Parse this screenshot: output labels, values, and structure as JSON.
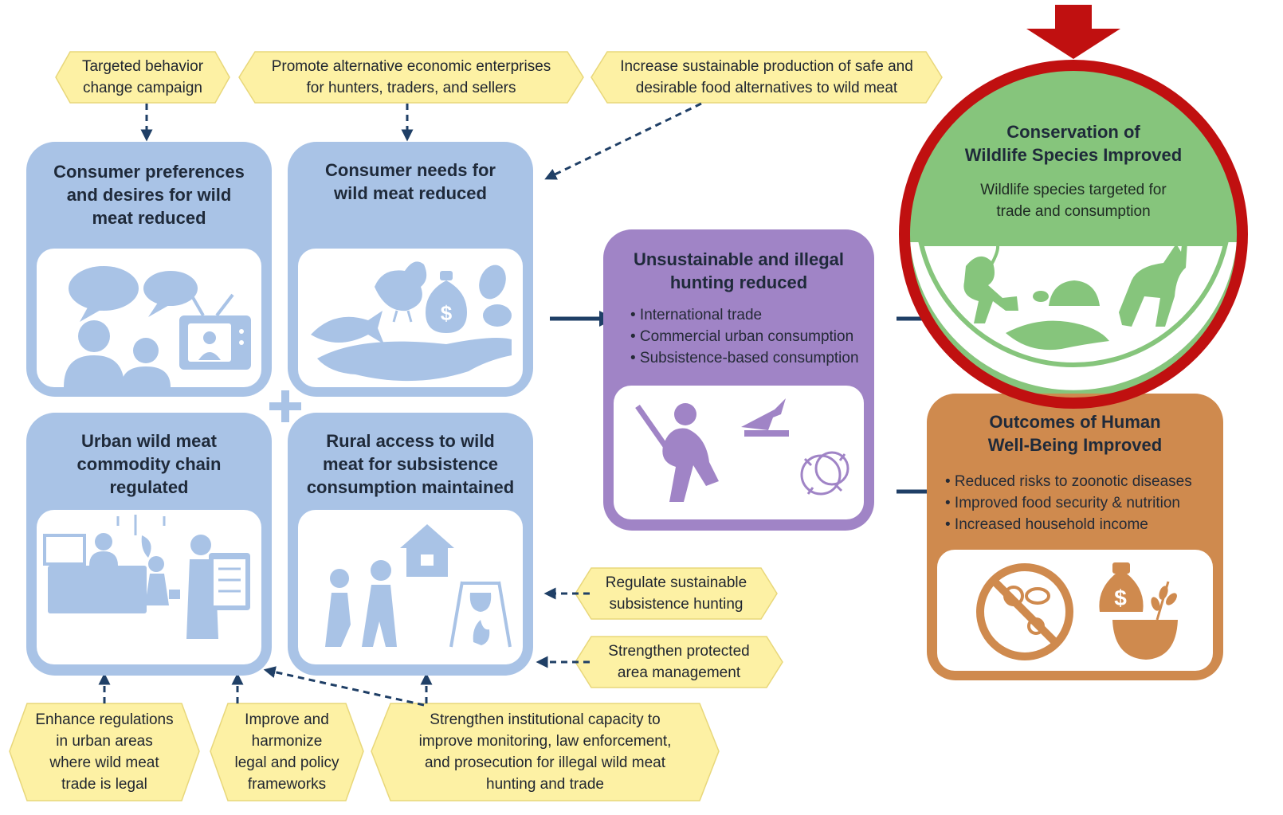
{
  "hexagons": {
    "behavior": "Targeted behavior\nchange campaign",
    "enterprises": "Promote alternative economic enterprises\nfor hunters, traders, and sellers",
    "alternatives": "Increase sustainable production of safe and\ndesirable food alternatives to wild meat",
    "regulate_subsistence": "Regulate sustainable\nsubsistence hunting",
    "protected_areas": "Strengthen protected\narea management",
    "urban_regulations": "Enhance regulations\nin urban areas\nwhere wild meat\ntrade is legal",
    "harmonize": "Improve and\nharmonize\nlegal and policy\nframeworks",
    "institutional": "Strengthen institutional capacity to\nimprove monitoring, law enforcement,\nand prosecution for illegal wild meat\nhunting and trade"
  },
  "boxes": {
    "preferences": "Consumer preferences\nand desires for wild\nmeat reduced",
    "needs": "Consumer needs for\nwild meat reduced",
    "urban_chain": "Urban wild meat\ncommodity chain\nregulated",
    "rural_access": "Rural access to wild\nmeat for subsistence\nconsumption maintained"
  },
  "hunting": {
    "title": "Unsustainable and illegal\nhunting reduced",
    "bullets": [
      "• International trade",
      "• Commercial urban consumption",
      "• Subsistence-based consumption"
    ]
  },
  "conservation": {
    "title": "Conservation of\nWildlife Species Improved",
    "subtitle": "Wildlife species targeted for\ntrade and consumption"
  },
  "wellbeing": {
    "title": "Outcomes of Human\nWell-Being Improved",
    "bullets": [
      "• Reduced risks to zoonotic diseases",
      "• Improved food security & nutrition",
      "• Increased household income"
    ]
  },
  "colors": {
    "blue_box": "#a9c3e6",
    "purple_box": "#a084c6",
    "green_circle": "#86c57c",
    "orange_box": "#cf8a4e",
    "hexagon": "#fdf1a4",
    "arrow": "#1f3f66",
    "highlight": "#c01010"
  }
}
